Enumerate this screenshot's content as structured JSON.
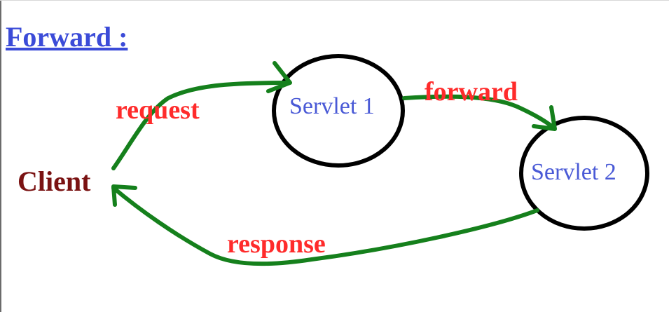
{
  "title": "Forward :",
  "nodes": {
    "client": "Client",
    "servlet1": "Servlet 1",
    "servlet2": "Servlet 2"
  },
  "edges": {
    "request": "request",
    "forward": "forward",
    "response": "response"
  },
  "colors": {
    "title": "#3b4bd8",
    "node_text": "#4a5ad6",
    "client_text": "#7a1212",
    "edge_label": "#ff2b2b",
    "arrow": "#15801c",
    "circle": "#000000"
  }
}
